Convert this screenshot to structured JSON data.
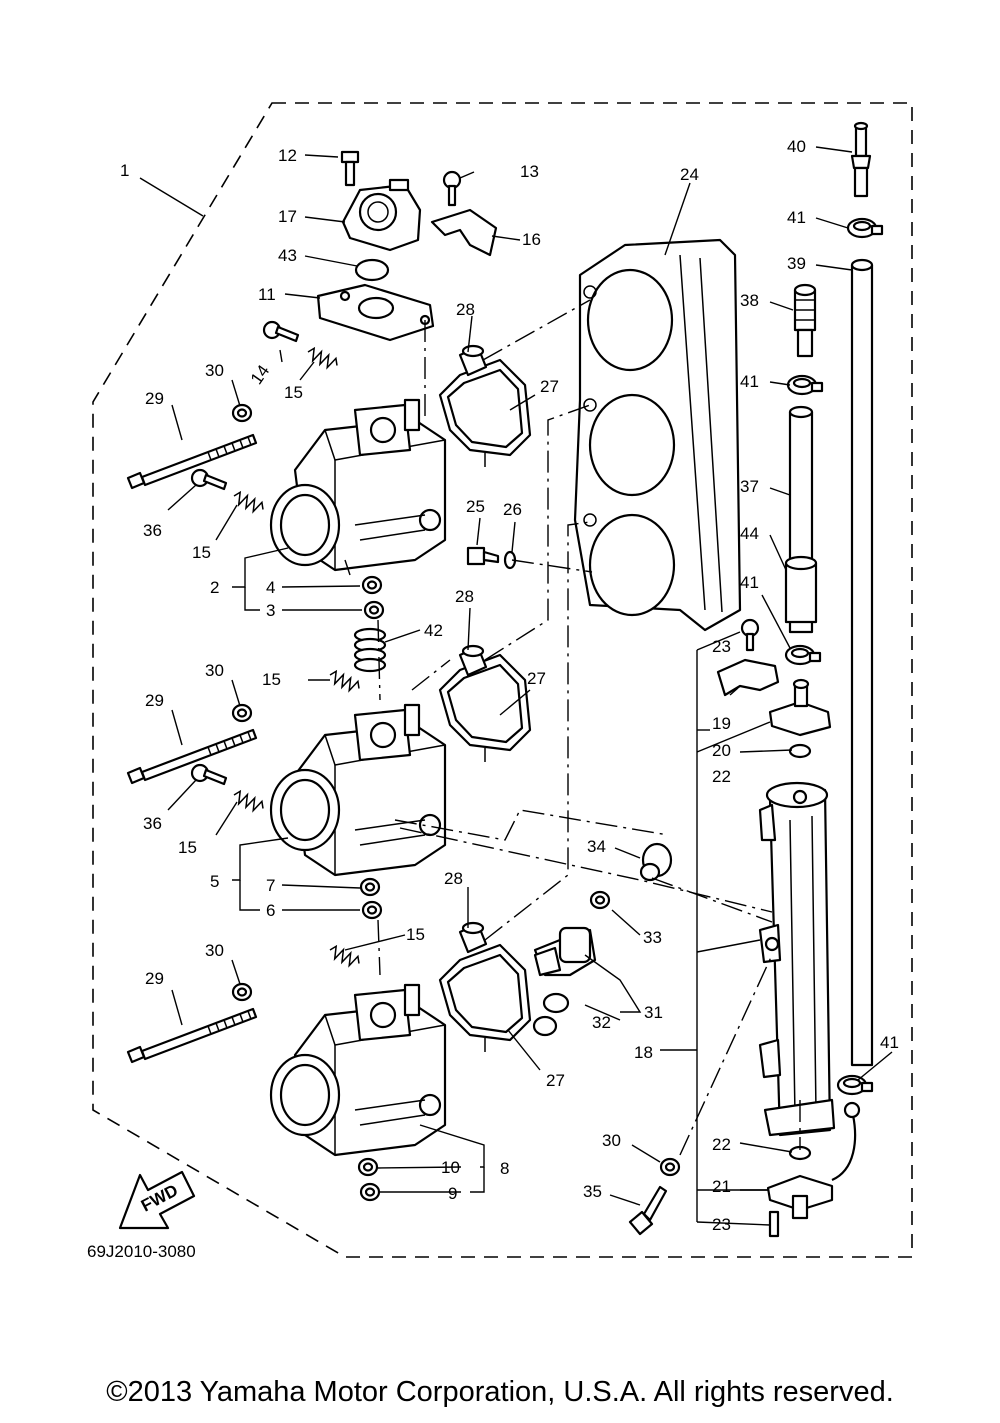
{
  "diagram": {
    "code": "69J2010-3080",
    "fwd_label": "FWD",
    "copyright": "©2013 Yamaha Motor Corporation, U.S.A. All rights reserved.",
    "callouts": [
      {
        "id": "c1",
        "text": "1"
      },
      {
        "id": "c2",
        "text": "2"
      },
      {
        "id": "c3",
        "text": "3"
      },
      {
        "id": "c4",
        "text": "4"
      },
      {
        "id": "c5",
        "text": "5"
      },
      {
        "id": "c6",
        "text": "6"
      },
      {
        "id": "c7",
        "text": "7"
      },
      {
        "id": "c8",
        "text": "8"
      },
      {
        "id": "c9",
        "text": "9"
      },
      {
        "id": "c10",
        "text": "10"
      },
      {
        "id": "c11",
        "text": "11"
      },
      {
        "id": "c12",
        "text": "12"
      },
      {
        "id": "c13",
        "text": "13"
      },
      {
        "id": "c14",
        "text": "14"
      },
      {
        "id": "c15a",
        "text": "15"
      },
      {
        "id": "c15b",
        "text": "15"
      },
      {
        "id": "c15c",
        "text": "15"
      },
      {
        "id": "c15d",
        "text": "15"
      },
      {
        "id": "c15e",
        "text": "15"
      },
      {
        "id": "c16",
        "text": "16"
      },
      {
        "id": "c17",
        "text": "17"
      },
      {
        "id": "c18",
        "text": "18"
      },
      {
        "id": "c19",
        "text": "19"
      },
      {
        "id": "c20",
        "text": "20"
      },
      {
        "id": "c21",
        "text": "21"
      },
      {
        "id": "c22a",
        "text": "22"
      },
      {
        "id": "c22b",
        "text": "22"
      },
      {
        "id": "c23a",
        "text": "23"
      },
      {
        "id": "c23b",
        "text": "23"
      },
      {
        "id": "c24",
        "text": "24"
      },
      {
        "id": "c25",
        "text": "25"
      },
      {
        "id": "c26",
        "text": "26"
      },
      {
        "id": "c27a",
        "text": "27"
      },
      {
        "id": "c27b",
        "text": "27"
      },
      {
        "id": "c27c",
        "text": "27"
      },
      {
        "id": "c28a",
        "text": "28"
      },
      {
        "id": "c28b",
        "text": "28"
      },
      {
        "id": "c28c",
        "text": "28"
      },
      {
        "id": "c29a",
        "text": "29"
      },
      {
        "id": "c29b",
        "text": "29"
      },
      {
        "id": "c29c",
        "text": "29"
      },
      {
        "id": "c30a",
        "text": "30"
      },
      {
        "id": "c30b",
        "text": "30"
      },
      {
        "id": "c30c",
        "text": "30"
      },
      {
        "id": "c30d",
        "text": "30"
      },
      {
        "id": "c31",
        "text": "31"
      },
      {
        "id": "c32",
        "text": "32"
      },
      {
        "id": "c33",
        "text": "33"
      },
      {
        "id": "c34",
        "text": "34"
      },
      {
        "id": "c35",
        "text": "35"
      },
      {
        "id": "c36a",
        "text": "36"
      },
      {
        "id": "c36b",
        "text": "36"
      },
      {
        "id": "c37",
        "text": "37"
      },
      {
        "id": "c38",
        "text": "38"
      },
      {
        "id": "c39",
        "text": "39"
      },
      {
        "id": "c40",
        "text": "40"
      },
      {
        "id": "c41a",
        "text": "41"
      },
      {
        "id": "c41b",
        "text": "41"
      },
      {
        "id": "c41c",
        "text": "41"
      },
      {
        "id": "c41d",
        "text": "41"
      },
      {
        "id": "c42",
        "text": "42"
      },
      {
        "id": "c43",
        "text": "43"
      },
      {
        "id": "c44",
        "text": "44"
      }
    ]
  }
}
